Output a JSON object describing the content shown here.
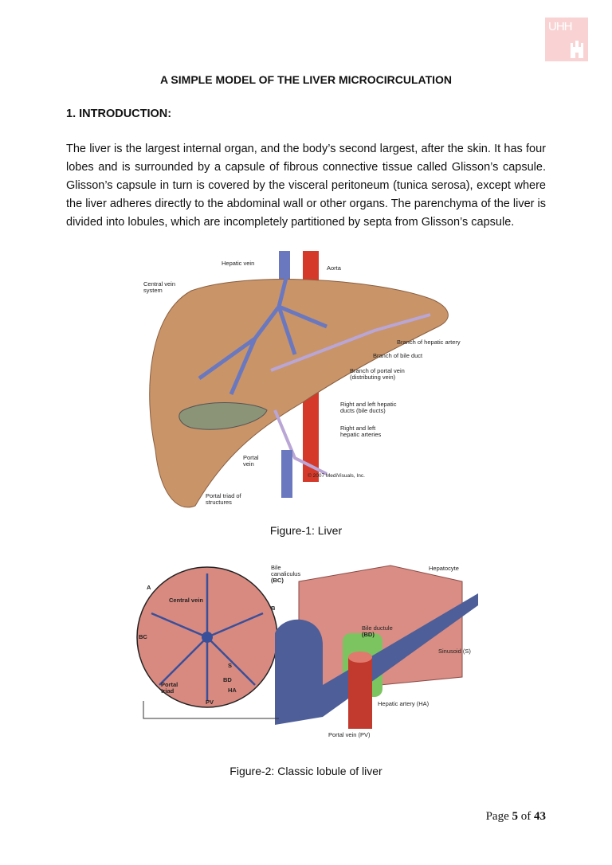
{
  "logo": {
    "text": "UHH"
  },
  "title": "A SIMPLE MODEL OF THE LIVER MICROCIRCULATION",
  "section_heading": "1.  INTRODUCTION:",
  "paragraph": "The liver is the largest internal organ, and the body’s second largest, after the skin. It has four lobes and is surrounded by a capsule of fibrous connective tissue called Glisson’s capsule. Glisson’s capsule in turn is covered by the visceral peritoneum (tunica serosa), except where the liver adheres directly to the abdominal wall or other organs. The parenchyma of the liver is divided into lobules, which are incompletely partitioned by septa from Glisson’s capsule.",
  "figure1": {
    "labels": {
      "hepatic_vein": "Hepatic vein",
      "aorta": "Aorta",
      "central_vein_1": "Central vein",
      "central_vein_2": "system",
      "hepatic_artery_branch": "Branch of hepatic artery",
      "bile_duct_branch": "Branch of bile duct",
      "portal_vein_branch_1": "Branch of portal vein",
      "portal_vein_branch_2": "(distributing vein)",
      "hepatic_ducts_1": "Right and left hepatic",
      "hepatic_ducts_2": "ducts (bile ducts)",
      "hepatic_arteries_1": "Right and left",
      "hepatic_arteries_2": "hepatic arteries",
      "portal_vein_1": "Portal",
      "portal_vein_2": "vein",
      "copyright": "© 2007 MediVisuals, Inc.",
      "portal_triad_1": "Portal triad of",
      "portal_triad_2": "structures"
    },
    "caption": "Figure-1: Liver"
  },
  "figure2": {
    "labels": {
      "panel_a": "A",
      "panel_b": "B",
      "central_vein": "Central vein",
      "bc_short": "BC",
      "s_short": "S",
      "bd_short": "BD",
      "ha_short": "HA",
      "pv_short": "PV",
      "portal_triad_1": "Portal",
      "portal_triad_2": "triad",
      "bile_canaliculus_1": "Bile",
      "bile_canaliculus_2": "canaliculus",
      "bile_canaliculus_3": "(BC)",
      "hepatocyte": "Hepatocyte",
      "bile_ductule_1": "Bile ductule",
      "bile_ductule_2": "(BD)",
      "sinusoid": "Sinusoid (S)",
      "hepatic_artery": "Hepatic artery (HA)",
      "portal_vein": "Portal vein (PV)"
    },
    "caption": "Figure-2: Classic lobule of liver"
  },
  "footer": {
    "page_word": "Page",
    "page": "5",
    "of_word": "of",
    "total": "43"
  }
}
